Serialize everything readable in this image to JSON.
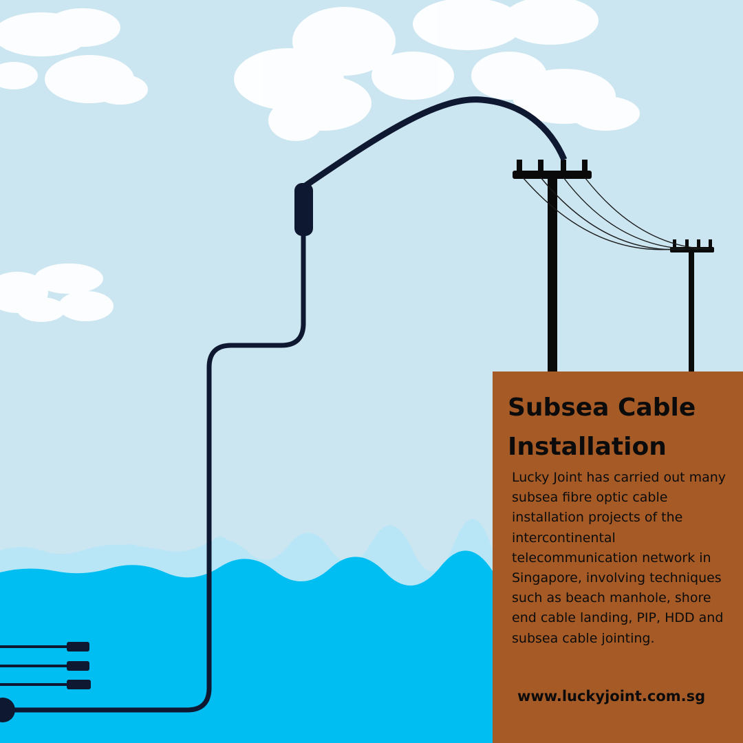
{
  "colors": {
    "sky": "#cce6f1",
    "sea": "#00bdf2",
    "foam": "#b8e6f7",
    "cable": "#0e1830",
    "pole": "#0a0a0a",
    "panel": "#a65b27"
  },
  "panel": {
    "title": "Subsea Cable Installation",
    "body": "Lucky Joint has carried out many subsea fibre optic cable installation projects of the intercontinental telecommunication network in Singapore, involving techniques such as beach manhole, shore end cable landing, PIP, HDD and subsea cable jointing.",
    "link": "www.luckyjoint.com.sg"
  },
  "icons": {
    "clouds": "cloud-icon",
    "poles": "utility-pole-icon",
    "cable": "subsea-cable-icon",
    "connectors": "cable-connector-icon"
  }
}
